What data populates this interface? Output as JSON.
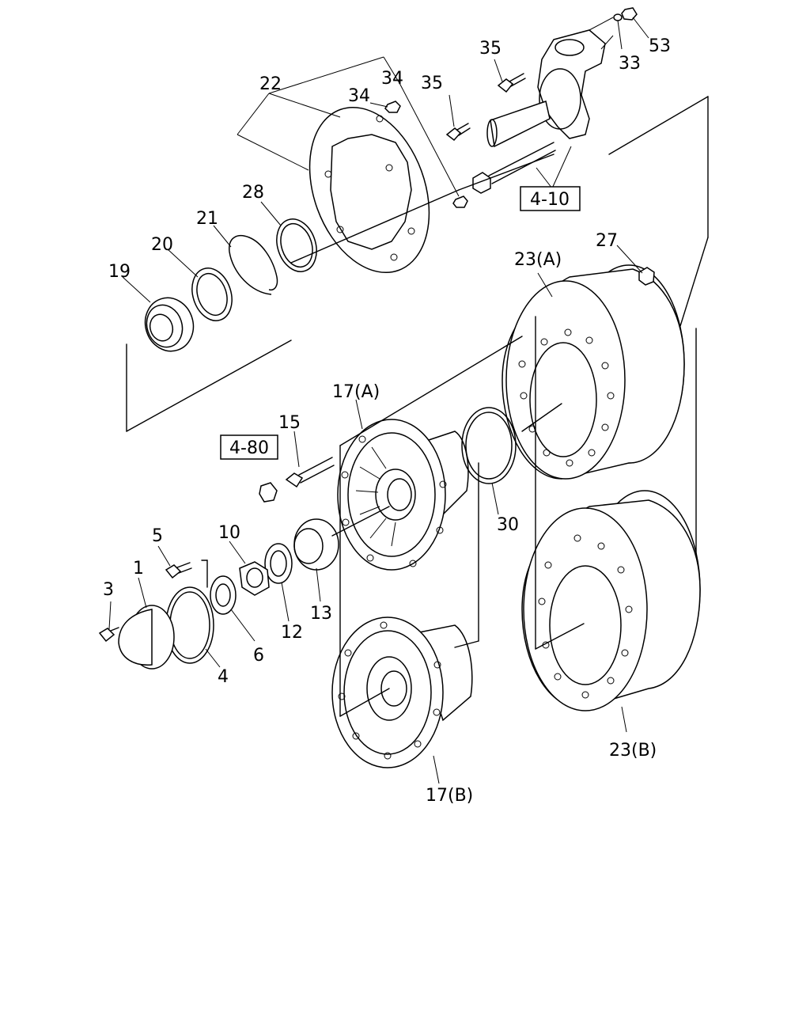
{
  "labels": {
    "p1": "1",
    "p3": "3",
    "p4": "4",
    "p5": "5",
    "p6": "6",
    "p10": "10",
    "p12": "12",
    "p13": "13",
    "p15": "15",
    "p17a": "17(A)",
    "p17b": "17(B)",
    "p19": "19",
    "p20": "20",
    "p21": "21",
    "p22": "22",
    "p23a": "23(A)",
    "p23b": "23(B)",
    "p27": "27",
    "p28": "28",
    "p30": "30",
    "p33": "33",
    "p34a": "34",
    "p34b": "34",
    "p35a": "35",
    "p35b": "35",
    "p53": "53"
  },
  "refs": {
    "ref_4_10": "4-10",
    "ref_4_80": "4-80"
  }
}
